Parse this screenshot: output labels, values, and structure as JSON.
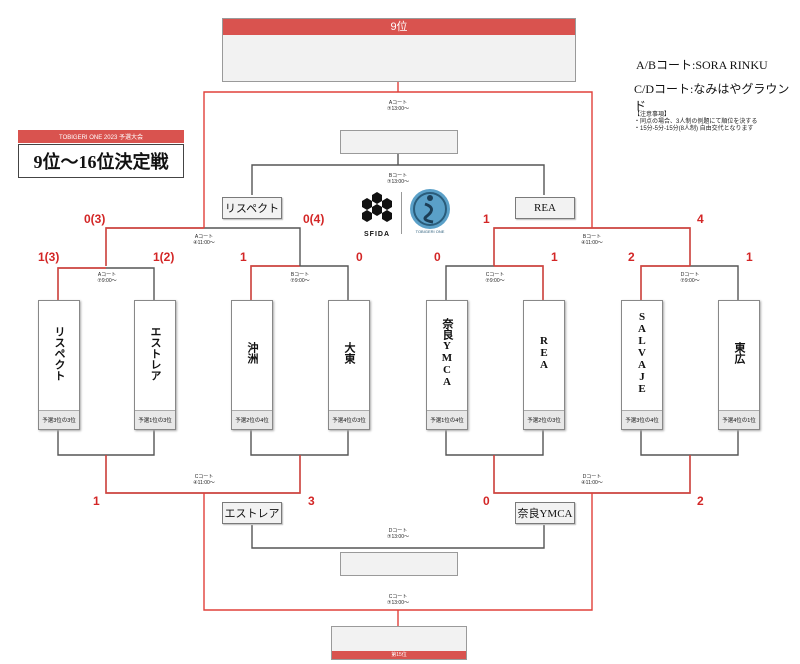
{
  "rank9": {
    "title": "9位"
  },
  "rank15": {
    "title": "第15位"
  },
  "event": {
    "tag": "TOBIGERI ONE 2023 予選大会",
    "title": "9位〜16位決定戦"
  },
  "courts": {
    "ab": "A/Bコート:SORA RINKU",
    "cd": "C/Dコート:なみはやグラウンド"
  },
  "notes": {
    "title": "【注意事項】",
    "line1": "・同点の場合、3人制の例題にて順位を決する",
    "line2": "・15分-5分-15分(8人制) 自由交代となります"
  },
  "logos": {
    "sfida": "SFIDA",
    "tobigeri": "TOBIGERI ONE"
  },
  "teams": [
    {
      "name": "リスペクト",
      "seed": "予選3位の3位"
    },
    {
      "name": "エストレア",
      "seed": "予選1位の3位"
    },
    {
      "name": "沖洲",
      "seed": "予選2位の4位"
    },
    {
      "name": "大東",
      "seed": "予選4位の3位"
    },
    {
      "name": "奈良YMCA",
      "seed": "予選1位の4位"
    },
    {
      "name": "REA",
      "seed": "予選2位の3位"
    },
    {
      "name": "SALVAJE",
      "seed": "予選3位の4位"
    },
    {
      "name": "東広",
      "seed": "予選4位の1位"
    }
  ],
  "match_labels": {
    "m1": {
      "court": "Aコート",
      "time": "⑦9:00〜"
    },
    "m2": {
      "court": "Bコート",
      "time": "⑦9:00〜"
    },
    "m3": {
      "court": "Cコート",
      "time": "⑦9:00〜"
    },
    "m4": {
      "court": "Dコート",
      "time": "⑦9:00〜"
    },
    "sfl": {
      "court": "Aコート",
      "time": "④11:00〜"
    },
    "sfr": {
      "court": "Bコート",
      "time": "④11:00〜"
    },
    "lfl": {
      "court": "Cコート",
      "time": "④11:00〜"
    },
    "lfr": {
      "court": "Dコート",
      "time": "④11:00〜"
    },
    "ninth": {
      "court": "Aコート",
      "time": "⑦13:00〜"
    },
    "eleventh": {
      "court": "Bコート",
      "time": "⑦13:00〜"
    },
    "thirteenth": {
      "court": "Dコート",
      "time": "⑦13:00〜"
    },
    "fifteenth": {
      "court": "Cコート",
      "time": "⑦13:00〜"
    }
  },
  "scores": {
    "s1": "1(3)",
    "s2": "1(2)",
    "s3": "1",
    "s4": "0",
    "s5": "0",
    "s6": "1",
    "s7": "2",
    "s8": "1",
    "sfl_left": "0(3)",
    "sfl_right": "0(4)",
    "sfr_left": "1",
    "sfr_right": "4",
    "lfl_left": "1",
    "lfl_right": "3",
    "lfr_left": "0",
    "lfr_right": "2"
  },
  "winners": {
    "sfl": "リスペクト",
    "sfr": "REA",
    "lfl": "エストレア",
    "lfr": "奈良YMCA"
  },
  "colors": {
    "accent": "#d9534f",
    "line_red": "#e0403a",
    "line_gray": "#555555"
  }
}
